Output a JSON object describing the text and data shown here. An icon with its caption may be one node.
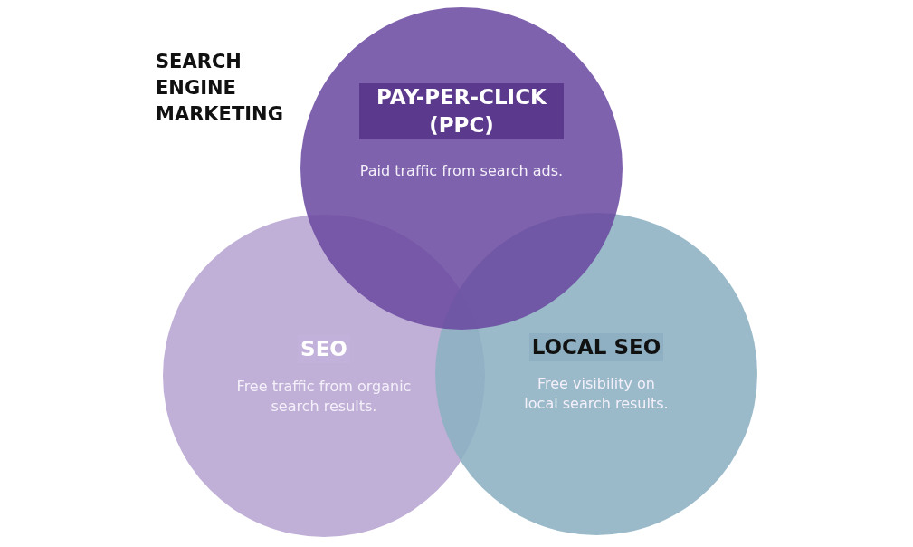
{
  "diagram": {
    "title": "SEARCH ENGINE MARKETING",
    "nodes": [
      {
        "text": [
          "PAY-PER-CLICK (PPC)",
          "Paid traffic from search ads."
        ]
      },
      {
        "text": [
          "SEO",
          "Free traffic from organic search results."
        ]
      },
      {
        "text": [
          "LOCAL SEO",
          "Free visibility on local search results."
        ]
      }
    ]
  }
}
